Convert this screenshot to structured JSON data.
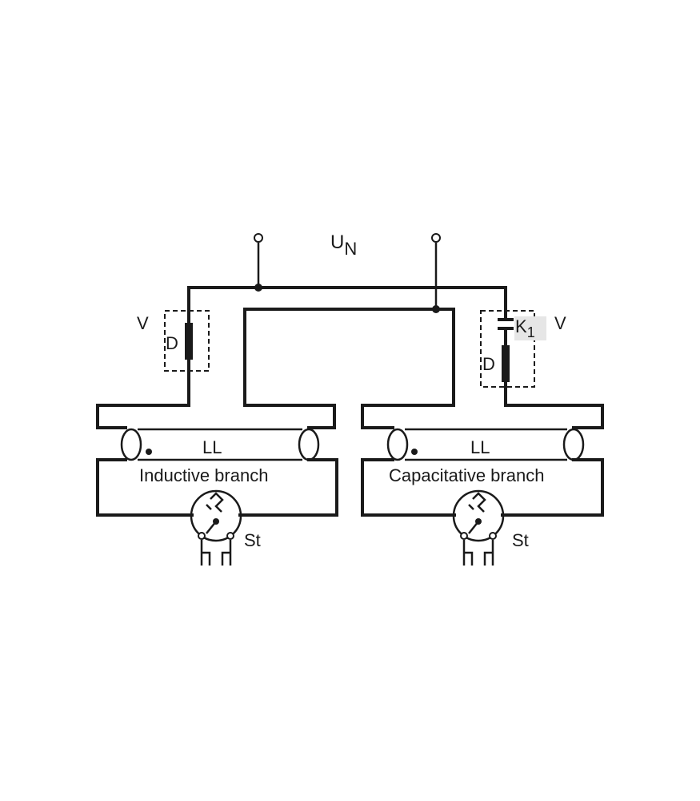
{
  "supply": {
    "label": "U",
    "subscript": "N"
  },
  "left_branch": {
    "ballast_label": "V",
    "choke_label": "D",
    "lamp_label": "LL",
    "caption": "Inductive branch",
    "starter_label": "St"
  },
  "right_branch": {
    "ballast_label": "V",
    "capacitor_label": "K",
    "capacitor_subscript": "1",
    "choke_label": "D",
    "lamp_label": "LL",
    "caption": "Capacitative branch",
    "starter_label": "St"
  },
  "colors": {
    "ink": "#1a1a1a",
    "background": "#ffffff",
    "highlight": "#e6e6e6"
  }
}
